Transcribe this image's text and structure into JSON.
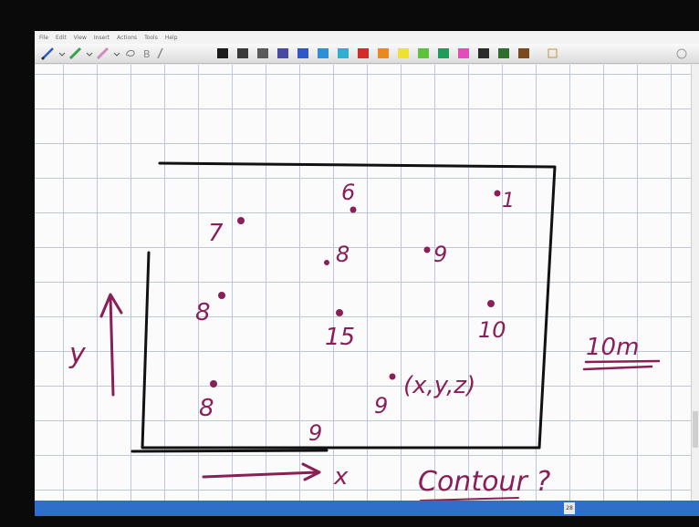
{
  "menu": {
    "items": [
      "File",
      "Edit",
      "View",
      "Insert",
      "Actions",
      "Tools",
      "Help"
    ]
  },
  "toolbar": {
    "colors": [
      "#1a1a1a",
      "#3a3a3a",
      "#5a5a5a",
      "#4a4aa0",
      "#2f57c8",
      "#2e8fd6",
      "#2fb0d0",
      "#d42a2a",
      "#e78b1e",
      "#efe22e",
      "#5cc23a",
      "#1f9b5a",
      "#e24db9",
      "#2a2a2a",
      "#2f6e2f",
      "#7a4a1e"
    ]
  },
  "whiteboard": {
    "point_values": [
      "6",
      "1",
      "7",
      "8",
      "9",
      "8",
      "15",
      "10",
      "8",
      "9",
      "9"
    ],
    "point_label": "(x,y,z)",
    "x_axis_label": "x",
    "y_axis_label": "y",
    "scale_label": "10m",
    "question": "Contour ?"
  },
  "ink_color": "#8a1f57",
  "statusbar": {
    "page": "28"
  }
}
